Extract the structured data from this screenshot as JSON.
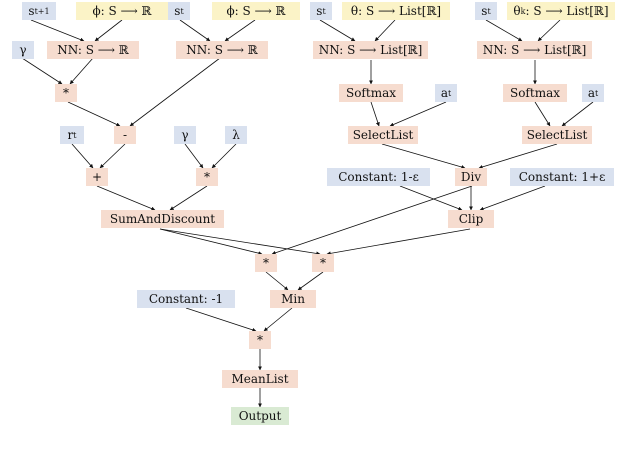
{
  "nodes": {
    "s_t1": "s",
    "s_t1_sub": "t+1",
    "phi_1": "ϕ: S ⟶ ℝ",
    "s_t_a": "s",
    "s_t_a_sub": "t",
    "phi_2": "ϕ: S ⟶ ℝ",
    "s_t_b": "s",
    "s_t_b_sub": "t",
    "theta": "θ: S ⟶ List[ℝ]",
    "s_t_c": "s",
    "s_t_c_sub": "t",
    "theta_k": "θ",
    "theta_k_sub": "k",
    "theta_k_rest": ": S ⟶ List[ℝ]",
    "gamma_1": "γ",
    "nn_1": "NN: S ⟶ ℝ",
    "nn_2": "NN: S ⟶ ℝ",
    "nn_3": "NN: S ⟶ List[ℝ]",
    "nn_4": "NN: S ⟶ List[ℝ]",
    "mul_1": "*",
    "softmax_1": "Softmax",
    "a_t_1": "a",
    "a_t_1_sub": "t",
    "softmax_2": "Softmax",
    "a_t_2": "a",
    "a_t_2_sub": "t",
    "r_t": "r",
    "r_t_sub": "t",
    "minus": "-",
    "gamma_2": "γ",
    "lambda": "λ",
    "selectlist_1": "SelectList",
    "selectlist_2": "SelectList",
    "plus": "+",
    "mul_2": "*",
    "const_1": "Constant: 1-ε",
    "div": "Div",
    "const_2": "Constant: 1+ε",
    "sum_disc": "SumAndDiscount",
    "clip": "Clip",
    "mul_3": "*",
    "mul_4": "*",
    "const_3": "Constant: -1",
    "min": "Min",
    "mul_5": "*",
    "meanlist": "MeanList",
    "output": "Output"
  },
  "colors": {
    "input": "#d9e1ef",
    "parameter": "#fbf3c7",
    "operation": "#f6dccf",
    "output": "#d9ead3",
    "edge": "#111111"
  }
}
